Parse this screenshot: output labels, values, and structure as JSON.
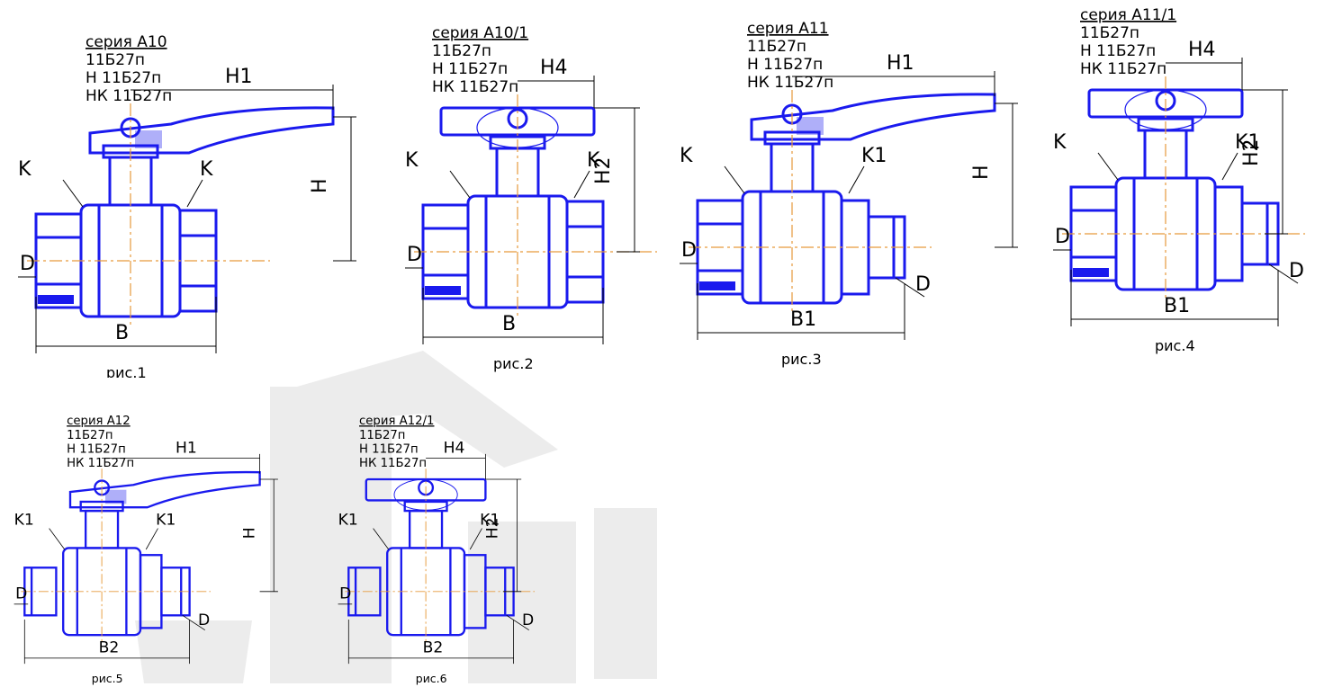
{
  "colors": {
    "outline": "#1a1aee",
    "dim": "#000000",
    "axis": "#e69a3c",
    "hatch": "#1a1aee",
    "watermark": "#e6e6e6"
  },
  "figures": [
    {
      "caption": "рис.1",
      "series": "серия А10",
      "codes": [
        "11Б27п",
        "Н 11Б27п",
        "НК 11Б27п"
      ],
      "handle": "lever",
      "right_end": "female",
      "left_end": "female",
      "labels": {
        "left_conn": "K",
        "right_conn": "K",
        "dia_left": "D",
        "dia_right": "",
        "width": "B",
        "length": "H1",
        "height": "H"
      }
    },
    {
      "caption": "рис.2",
      "series": "серия А10/1",
      "codes": [
        "11Б27п",
        "Н 11Б27п",
        "НК 11Б27п"
      ],
      "handle": "butterfly",
      "right_end": "female",
      "left_end": "female",
      "labels": {
        "left_conn": "K",
        "right_conn": "K",
        "dia_left": "D",
        "dia_right": "",
        "width": "B",
        "length": "H4",
        "height": "H2"
      }
    },
    {
      "caption": "рис.3",
      "series": "серия А11",
      "codes": [
        "11Б27п",
        "Н 11Б27п",
        "НК 11Б27п"
      ],
      "handle": "lever",
      "right_end": "male",
      "left_end": "female",
      "labels": {
        "left_conn": "K",
        "right_conn": "K1",
        "dia_left": "D",
        "dia_right": "D",
        "width": "B1",
        "length": "H1",
        "height": "H"
      }
    },
    {
      "caption": "рис.4",
      "series": "серия А11/1",
      "codes": [
        "11Б27п",
        "Н 11Б27п",
        "НК 11Б27п"
      ],
      "handle": "butterfly",
      "right_end": "male",
      "left_end": "female",
      "labels": {
        "left_conn": "K",
        "right_conn": "K1",
        "dia_left": "D",
        "dia_right": "D",
        "width": "B1",
        "length": "H4",
        "height": "H2"
      }
    },
    {
      "caption": "рис.5",
      "series": "серия А12",
      "codes": [
        "11Б27п",
        "Н 11Б27п",
        "НК 11Б27п"
      ],
      "handle": "lever",
      "right_end": "male",
      "left_end": "male",
      "labels": {
        "left_conn": "K1",
        "right_conn": "K1",
        "dia_left": "D",
        "dia_right": "D",
        "width": "B2",
        "length": "H1",
        "height": "H"
      }
    },
    {
      "caption": "рис.6",
      "series": "серия А12/1",
      "codes": [
        "11Б27п",
        "Н 11Б27п",
        "НК 11Б27п"
      ],
      "handle": "butterfly",
      "right_end": "male",
      "left_end": "male",
      "labels": {
        "left_conn": "K1",
        "right_conn": "K1",
        "dia_left": "D",
        "dia_right": "D",
        "width": "B2",
        "length": "H4",
        "height": "H2"
      }
    }
  ]
}
